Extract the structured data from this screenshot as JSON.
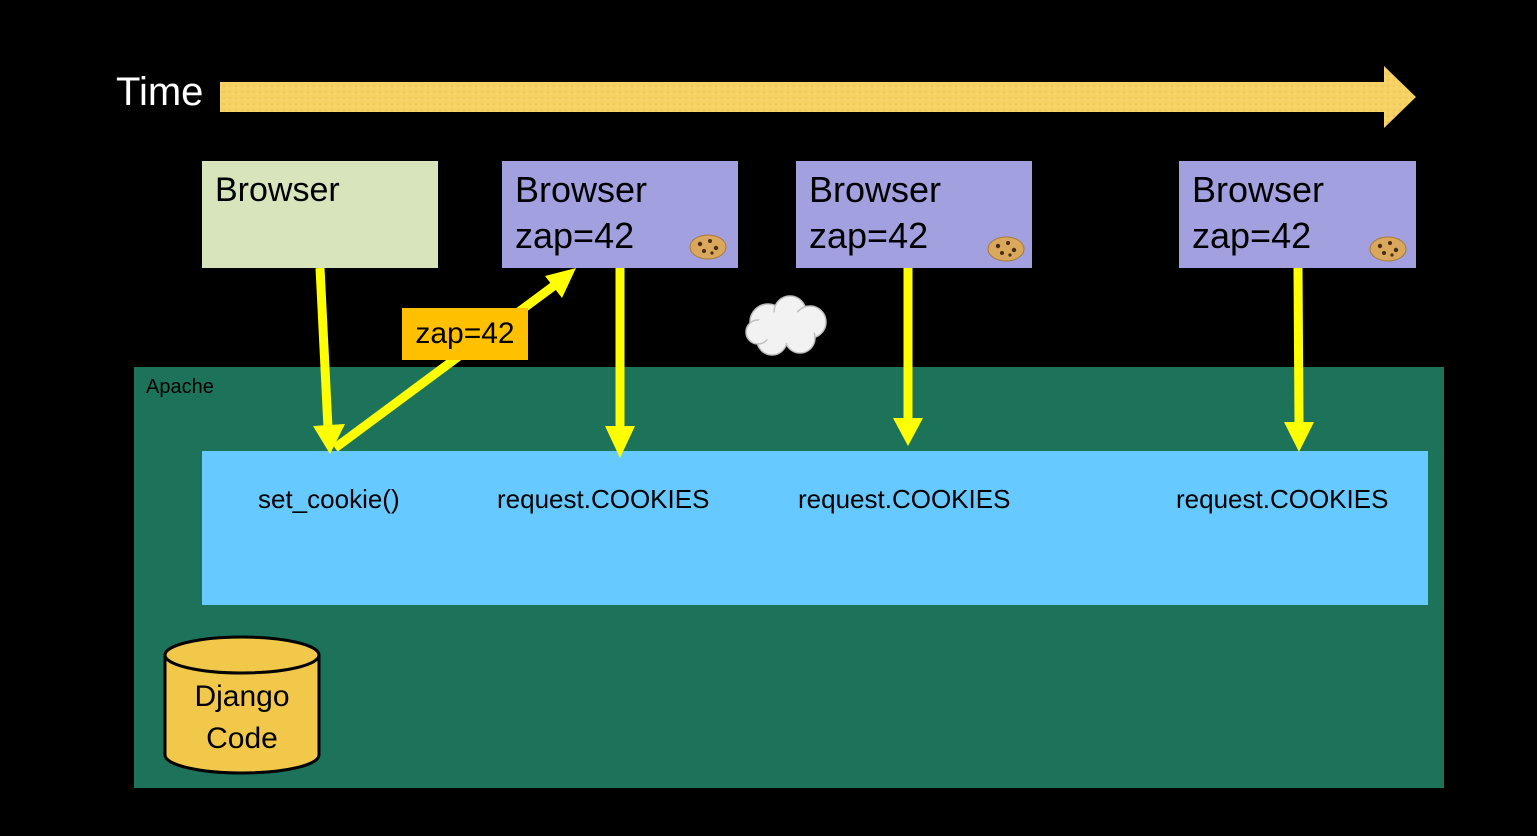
{
  "timeline": {
    "label": "Time",
    "arrow_color": "#f6d265"
  },
  "browsers": [
    {
      "line1": "Browser",
      "line2": "",
      "has_cookie": false
    },
    {
      "line1": "Browser",
      "line2": "zap=42",
      "has_cookie": true
    },
    {
      "line1": "Browser",
      "line2": "zap=42",
      "has_cookie": true
    },
    {
      "line1": "Browser",
      "line2": "zap=42",
      "has_cookie": true
    }
  ],
  "response_cookie": {
    "label": "zap=42",
    "color": "#ffc000"
  },
  "apache": {
    "label": "Apache",
    "color": "#1c735a"
  },
  "django_calls": [
    {
      "label": "set_cookie()"
    },
    {
      "label": "request.COOKIES"
    },
    {
      "label": "request.COOKIES"
    },
    {
      "label": "request.COOKIES"
    }
  ],
  "django_band_color": "#66c9ff",
  "database": {
    "line1": "Django",
    "line2": "Code",
    "color": "#f2c84b"
  },
  "arrow_color": "#ffff00",
  "icons": {
    "cookie": "cookie-icon",
    "cloud": "cloud-icon"
  }
}
